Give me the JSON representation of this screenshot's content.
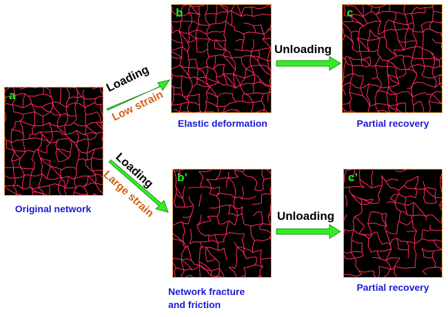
{
  "colors": {
    "panel_border": "#e8a04a",
    "network": "#ff2a55",
    "panel_letter": "#22ee22",
    "caption": "#1a1ad6",
    "strain_label": "#d4621a",
    "arrow_fill": "#33ee22"
  },
  "panels": {
    "a": {
      "letter": "a",
      "caption": "Original network"
    },
    "b": {
      "letter": "b",
      "caption": "Elastic deformation"
    },
    "c": {
      "letter": "c",
      "caption": "Partial recovery"
    },
    "b2": {
      "letter": "b’",
      "caption_line1": "Network fracture",
      "caption_line2": "and friction"
    },
    "c2": {
      "letter": "c’",
      "caption": "Partial recovery"
    }
  },
  "steps": {
    "upper_load": {
      "action": "Loading",
      "condition": "Low strain"
    },
    "lower_load": {
      "action": "Loading",
      "condition": "Large strain"
    },
    "upper_unload": {
      "action": "Unloading"
    },
    "lower_unload": {
      "action": "Unloading"
    }
  }
}
